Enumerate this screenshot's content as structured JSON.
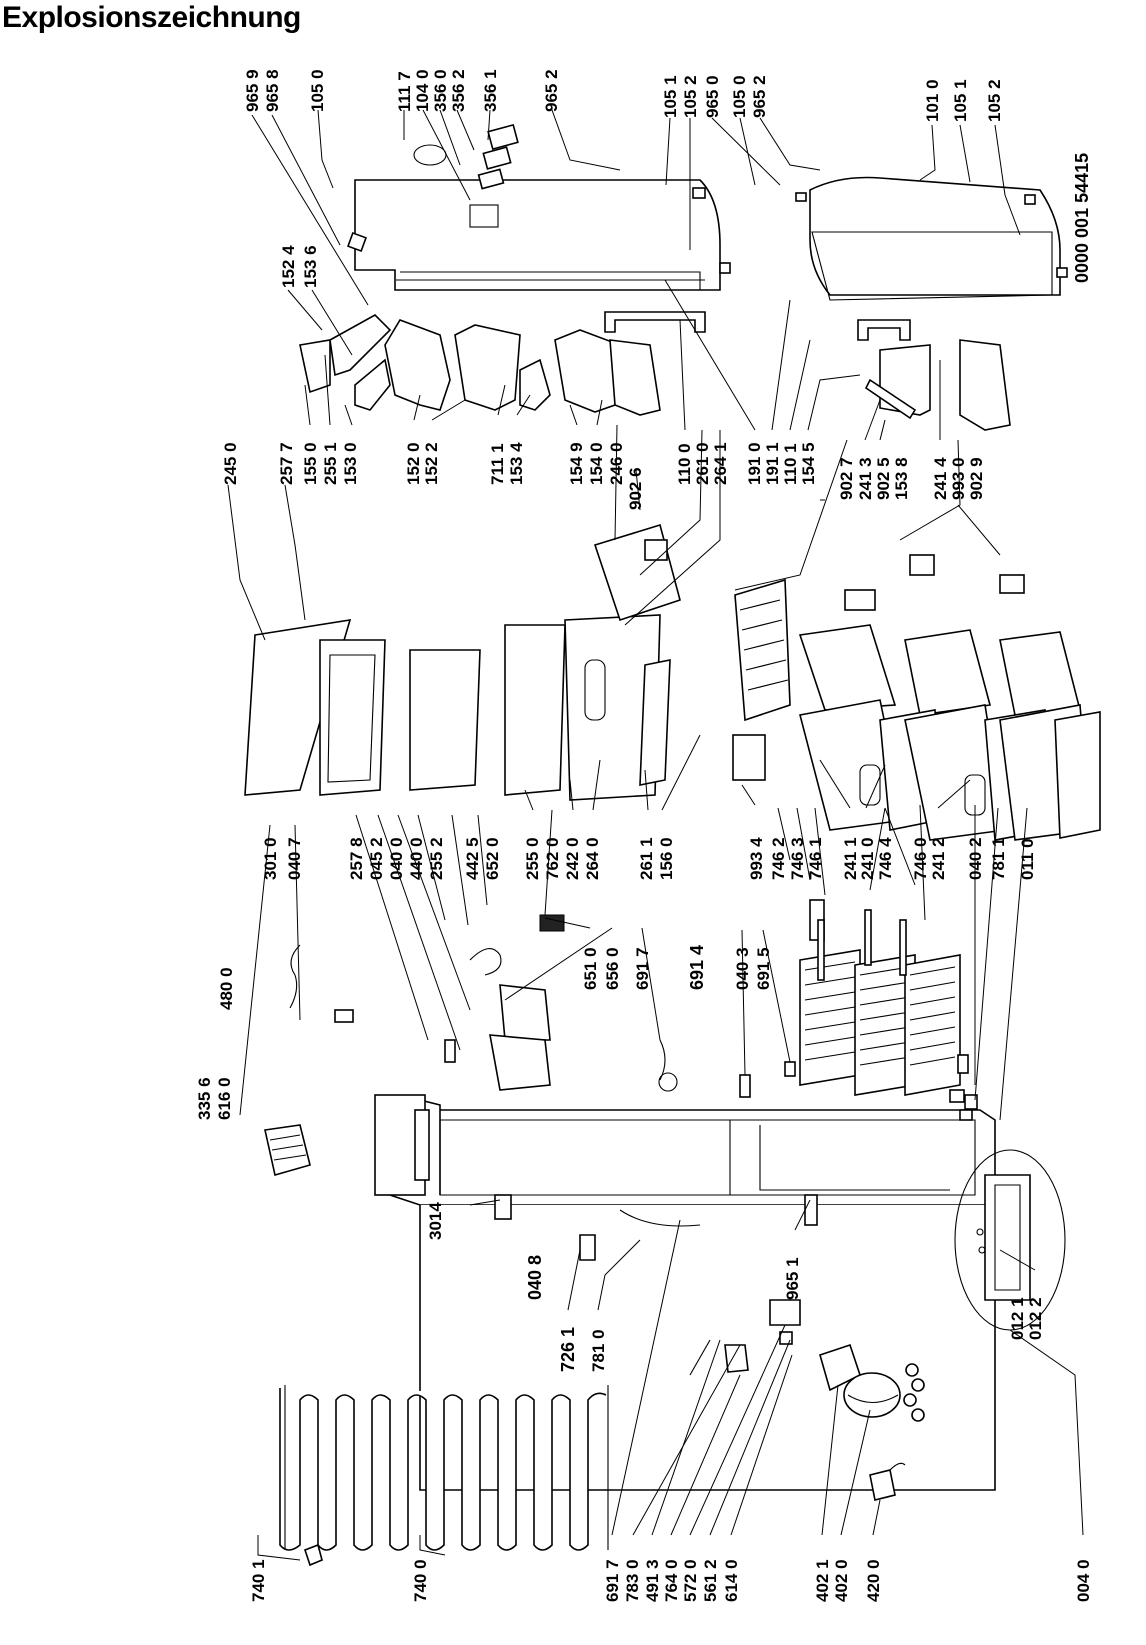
{
  "title": "Explosionszeichnung",
  "doc_number": "0000 001 54415",
  "labels": {
    "p9659": "965 9",
    "p9658": "965 8",
    "p1050a": "105 0",
    "p1117": "111 7",
    "p1040": "104 0",
    "p3560": "356 0",
    "p3562": "356 2",
    "p3561": "356 1",
    "p9652a": "965 2",
    "p1051a": "105 1",
    "p1052a": "105 2",
    "p9650": "965 0",
    "p1050b": "105 0",
    "p9652b": "965 2",
    "p1010": "101 0",
    "p1051b": "105 1",
    "p1052b": "105 2",
    "p1524": "152 4",
    "p1536": "153 6",
    "p2450": "245 0",
    "p2577": "257 7",
    "p1550": "155 0",
    "p2551": "255 1",
    "p1530": "153 0",
    "p1520": "152 0",
    "p1522": "152 2",
    "p7111": "711 1",
    "p1534": "153 4",
    "p1549": "154 9",
    "p1540": "154 0",
    "p2460": "246 0",
    "p9026": "902 6",
    "p1100": "110 0",
    "p2610": "261 0",
    "p2641": "264 1",
    "p1910": "191 0",
    "p1911": "191 1",
    "p1101": "110 1",
    "p1545": "154 5",
    "p9027": "902 7",
    "p2413": "241 3",
    "p9025": "902 5",
    "p1538": "153 8",
    "p2414": "241 4",
    "p9930": "993 0",
    "p9029": "902 9",
    "p3010": "301 0",
    "p0407": "040 7",
    "p2578": "257 8",
    "p0452": "045 2",
    "p0400": "040 0",
    "p4400": "440 0",
    "p2552": "255 2",
    "p4425": "442 5",
    "p6520": "652 0",
    "p2550": "255 0",
    "p7620": "762 0",
    "p2420": "242 0",
    "p2640": "264 0",
    "p2611": "261 1",
    "p1560": "156 0",
    "p9934": "993 4",
    "p7462": "746 2",
    "p7463": "746 3",
    "p7461": "746 1",
    "p2411": "241 1",
    "p2410": "241 0",
    "p7464": "746 4",
    "p7460": "746 0",
    "p2412": "241 2",
    "p4800": "480 0",
    "p3356": "335 6",
    "p6160": "616 0",
    "p6510": "651 0",
    "p6560": "656 0",
    "p6917a": "691 7",
    "p6914": "691 4",
    "p0403": "040 3",
    "p6915": "691 5",
    "p0402": "040 2",
    "p7811": "781 1",
    "p0110": "011 0",
    "p3014": "3014",
    "p0408": "040 8",
    "p9651": "965 1",
    "p7261": "726 1",
    "p7810": "781 0",
    "p0121": "012 1",
    "p0122": "012 2",
    "p7401": "740 1",
    "p7400": "740 0",
    "p6917b": "691 7",
    "p7830": "783 0",
    "p4913": "491 3",
    "p7640": "764 0",
    "p5720": "572 0",
    "p5612": "561 2",
    "p6140": "614 0",
    "p4021": "402 1",
    "p4020": "402 0",
    "p4200": "420 0",
    "p0040": "004 0"
  }
}
